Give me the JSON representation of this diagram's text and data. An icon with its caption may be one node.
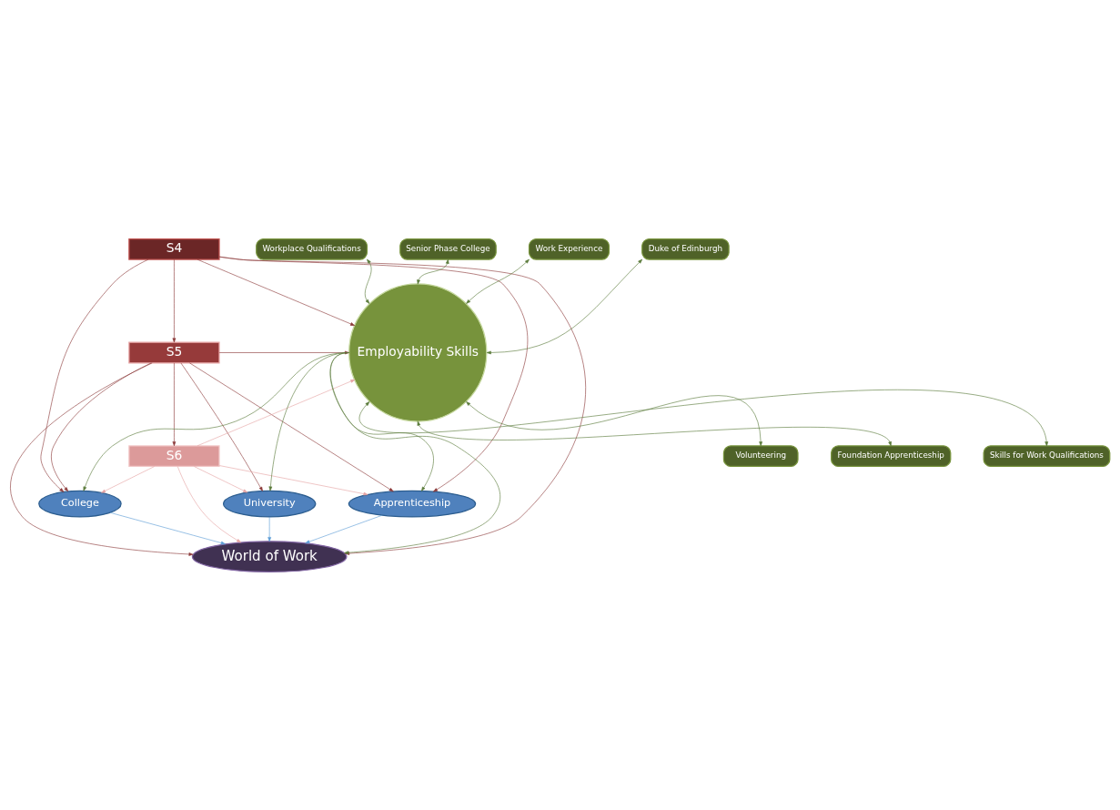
{
  "diagram": {
    "nodes": [
      {
        "text": [
          "S4"
        ]
      },
      {
        "text": [
          "S5"
        ]
      },
      {
        "text": [
          "S6"
        ]
      },
      {
        "text": [
          "Employability Skills"
        ]
      },
      {
        "text": [
          "Workplace Qualifications"
        ]
      },
      {
        "text": [
          "Senior Phase College"
        ]
      },
      {
        "text": [
          "Work Experience"
        ]
      },
      {
        "text": [
          "Duke of Edinburgh"
        ]
      },
      {
        "text": [
          "Volunteering"
        ]
      },
      {
        "text": [
          "Foundation Apprenticeship"
        ]
      },
      {
        "text": [
          "Skills for Work Qualifications"
        ]
      },
      {
        "text": [
          "College"
        ]
      },
      {
        "text": [
          "University"
        ]
      },
      {
        "text": [
          "Apprenticeship"
        ]
      },
      {
        "text": [
          "World of Work"
        ]
      }
    ],
    "edges": [
      {
        "from": 0,
        "to": 1,
        "arrow": "to"
      },
      {
        "from": 1,
        "to": 2,
        "arrow": "to"
      },
      {
        "from": 0,
        "to": 3,
        "arrow": "to"
      },
      {
        "from": 0,
        "to": 11,
        "arrow": "to"
      },
      {
        "from": 0,
        "to": 13,
        "arrow": "to"
      },
      {
        "from": 0,
        "to": 14,
        "arrow": "to"
      },
      {
        "from": 1,
        "to": 3,
        "arrow": "to"
      },
      {
        "from": 1,
        "to": 11,
        "arrow": "to"
      },
      {
        "from": 1,
        "to": 12,
        "arrow": "to"
      },
      {
        "from": 1,
        "to": 13,
        "arrow": "to"
      },
      {
        "from": 1,
        "to": 14,
        "arrow": "to"
      },
      {
        "from": 2,
        "to": 3,
        "arrow": "to",
        "color": "#e6a3a3"
      },
      {
        "from": 2,
        "to": 11,
        "arrow": "to",
        "color": "#e6a3a3"
      },
      {
        "from": 2,
        "to": 12,
        "arrow": "to",
        "color": "#e6a3a3"
      },
      {
        "from": 2,
        "to": 13,
        "arrow": "to",
        "color": "#e6a3a3"
      },
      {
        "from": 2,
        "to": 14,
        "arrow": "to",
        "color": "#e6a3a3"
      },
      {
        "from": 4,
        "to": 3,
        "arrow": "both",
        "color": "#5a7a3a"
      },
      {
        "from": 5,
        "to": 3,
        "arrow": "both",
        "color": "#5a7a3a"
      },
      {
        "from": 6,
        "to": 3,
        "arrow": "both",
        "color": "#5a7a3a"
      },
      {
        "from": 7,
        "to": 3,
        "arrow": "both",
        "color": "#5a7a3a"
      },
      {
        "from": 8,
        "to": 3,
        "arrow": "both",
        "color": "#5a7a3a"
      },
      {
        "from": 9,
        "to": 3,
        "arrow": "both",
        "color": "#5a7a3a"
      },
      {
        "from": 10,
        "to": 3,
        "arrow": "both",
        "color": "#5a7a3a"
      },
      {
        "from": 3,
        "to": 11,
        "arrow": "to",
        "color": "#5a7a3a"
      },
      {
        "from": 3,
        "to": 12,
        "arrow": "to",
        "color": "#5a7a3a"
      },
      {
        "from": 3,
        "to": 13,
        "arrow": "to",
        "color": "#5a7a3a"
      },
      {
        "from": 3,
        "to": 14,
        "arrow": "to",
        "color": "#5a7a3a"
      },
      {
        "from": 11,
        "to": 14,
        "arrow": "to",
        "color": "#5b9bd5"
      },
      {
        "from": 12,
        "to": 14,
        "arrow": "to",
        "color": "#5b9bd5"
      },
      {
        "from": 13,
        "to": 14,
        "arrow": "to",
        "color": "#5b9bd5"
      }
    ]
  }
}
